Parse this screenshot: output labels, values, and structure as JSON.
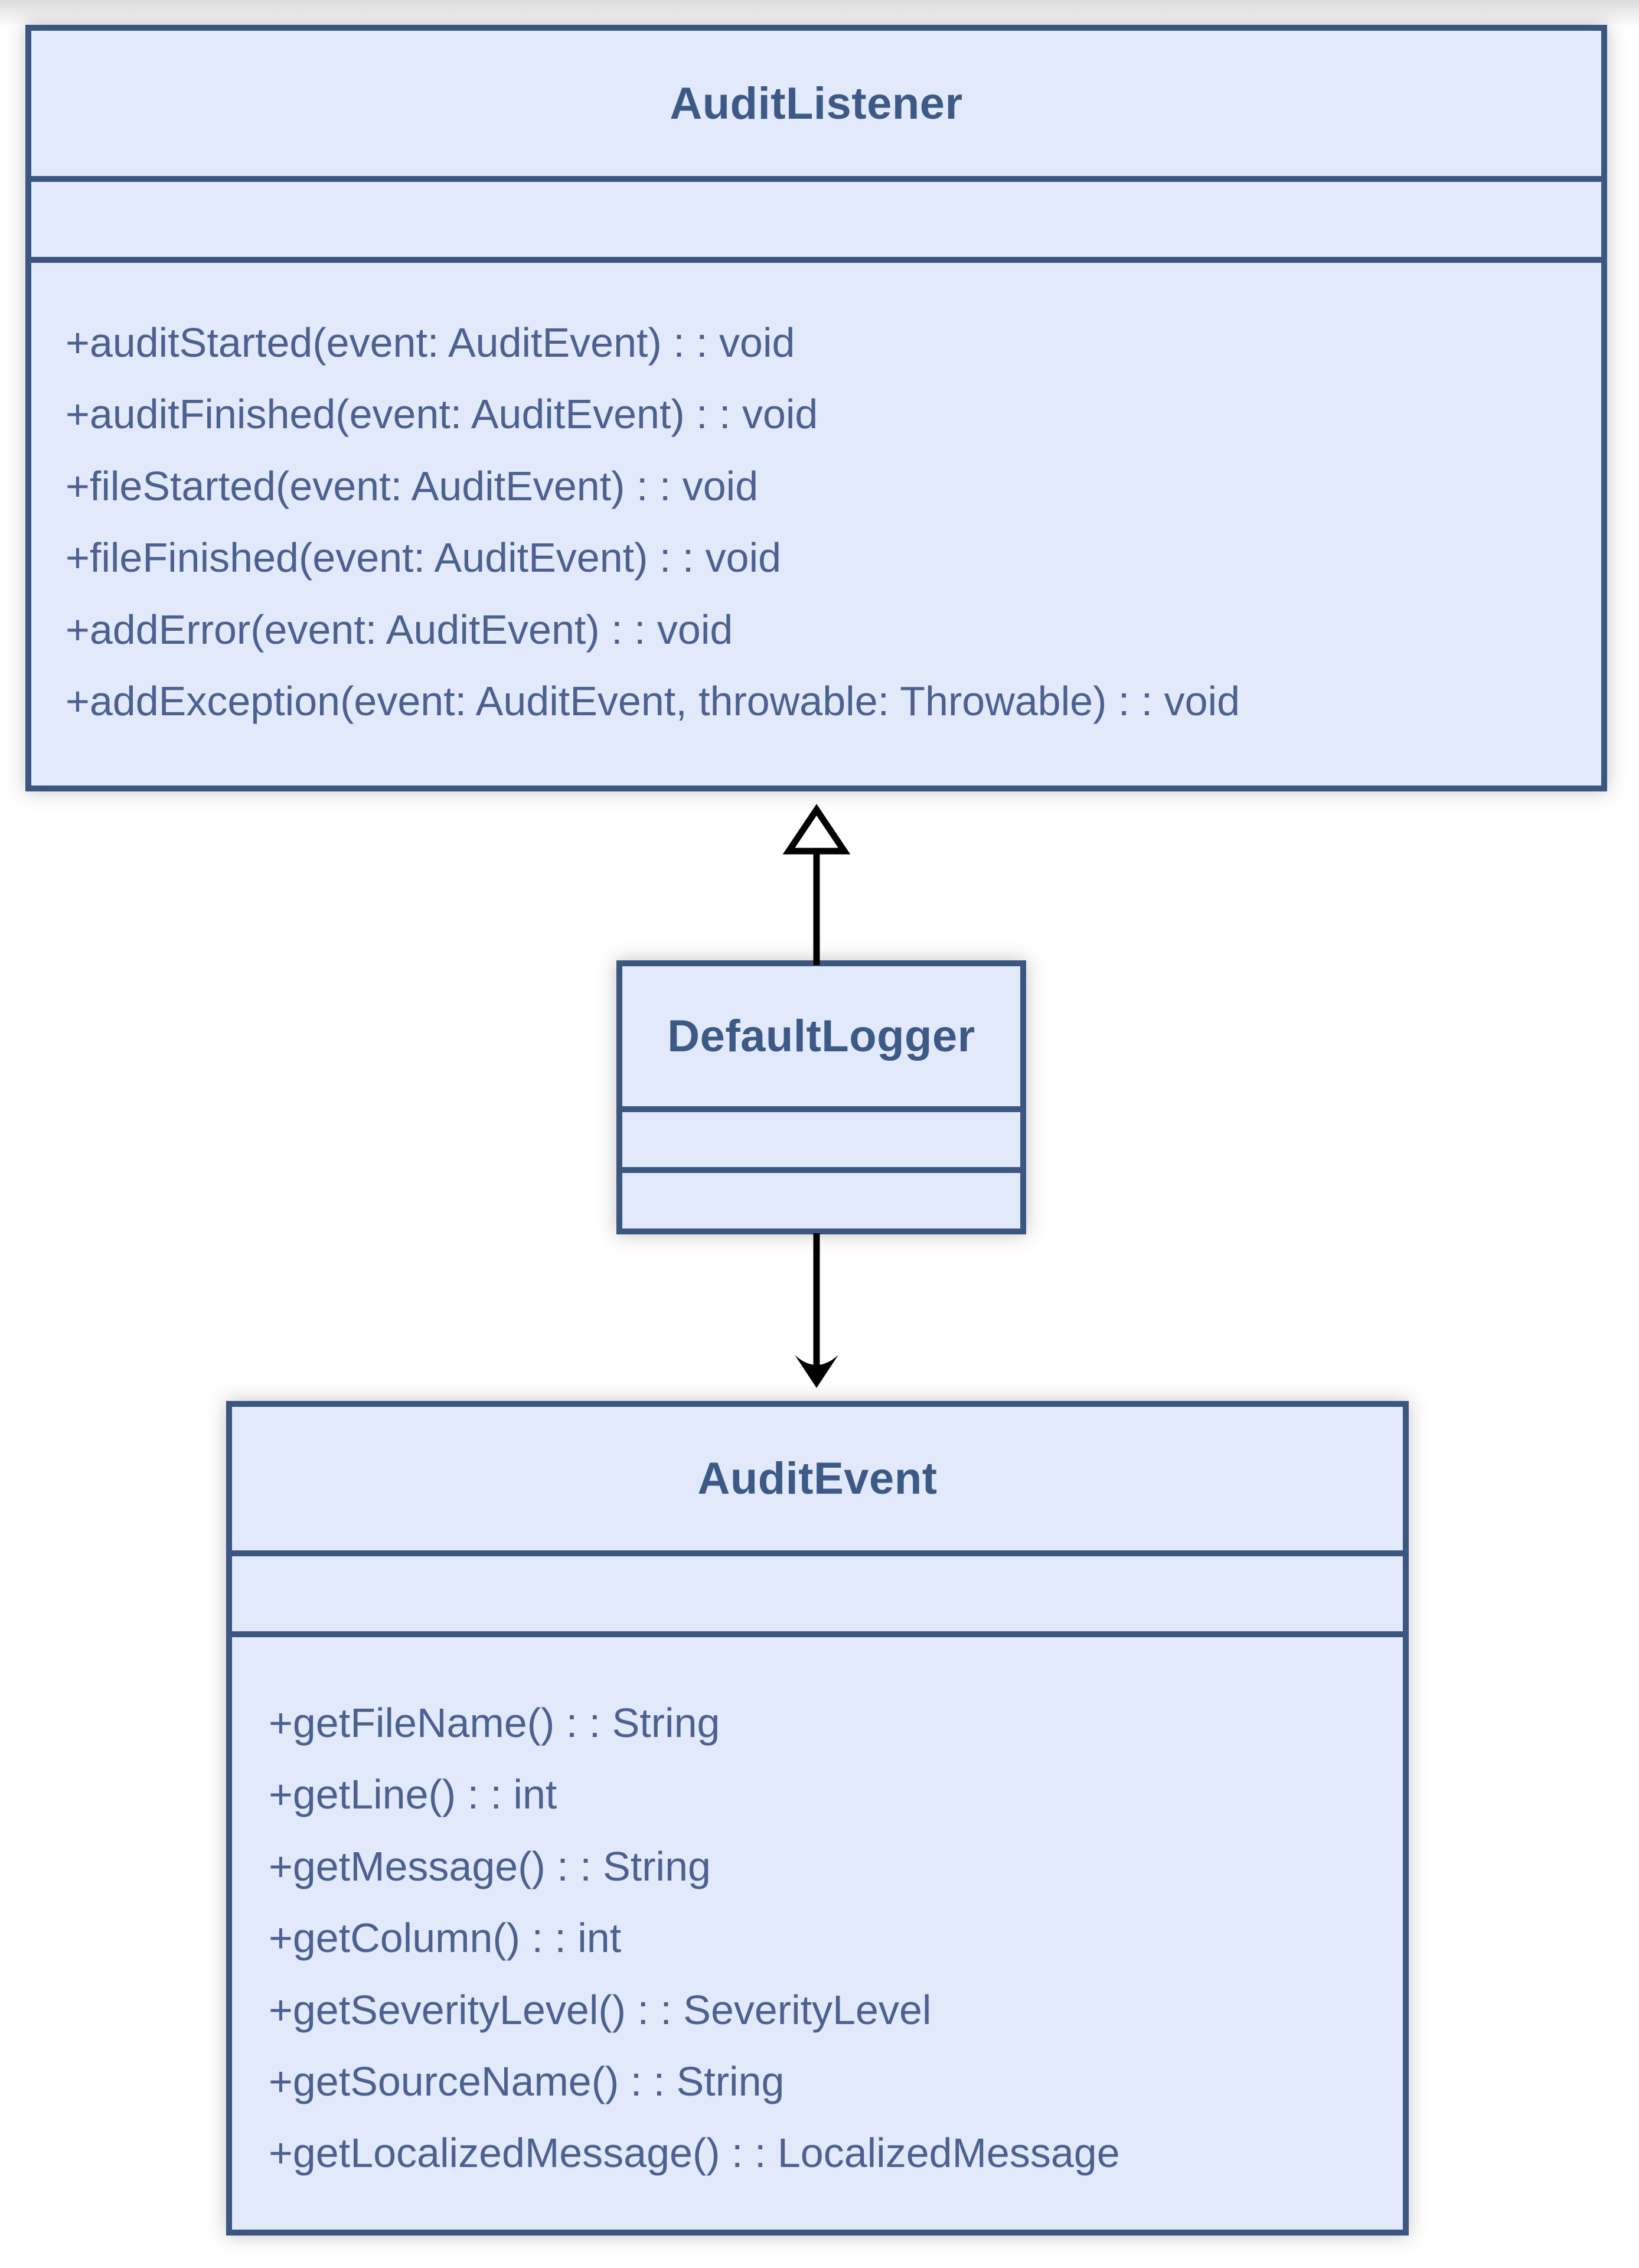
{
  "diagram": {
    "type": "uml-class-diagram",
    "colors": {
      "background": "#ffffff",
      "box_fill": "#e1e9fb",
      "box_border": "#3b5680",
      "title_text": "#3d5a87",
      "method_text": "#4c6190",
      "arrow": "#000000"
    },
    "classes": [
      {
        "id": "audit-listener",
        "name": "AuditListener",
        "attributes": [],
        "methods": [
          "+auditStarted(event: AuditEvent) : : void",
          "+auditFinished(event: AuditEvent) : : void",
          "+fileStarted(event: AuditEvent) : : void",
          "+fileFinished(event: AuditEvent) : : void",
          "+addError(event: AuditEvent) : : void",
          "+addException(event: AuditEvent, throwable: Throwable) : : void"
        ]
      },
      {
        "id": "default-logger",
        "name": "DefaultLogger",
        "attributes": [],
        "methods": []
      },
      {
        "id": "audit-event",
        "name": "AuditEvent",
        "attributes": [],
        "methods": [
          "+getFileName() : : String",
          "+getLine() : : int",
          "+getMessage() : : String",
          "+getColumn() : : int",
          "+getSeverityLevel() : : SeverityLevel",
          "+getSourceName() : : String",
          "+getLocalizedMessage() : : LocalizedMessage"
        ]
      }
    ],
    "relationships": [
      {
        "from": "DefaultLogger",
        "to": "AuditListener",
        "type": "realization",
        "arrowhead": "hollow-triangle"
      },
      {
        "from": "DefaultLogger",
        "to": "AuditEvent",
        "type": "directed-association",
        "arrowhead": "filled-arrow"
      }
    ]
  }
}
